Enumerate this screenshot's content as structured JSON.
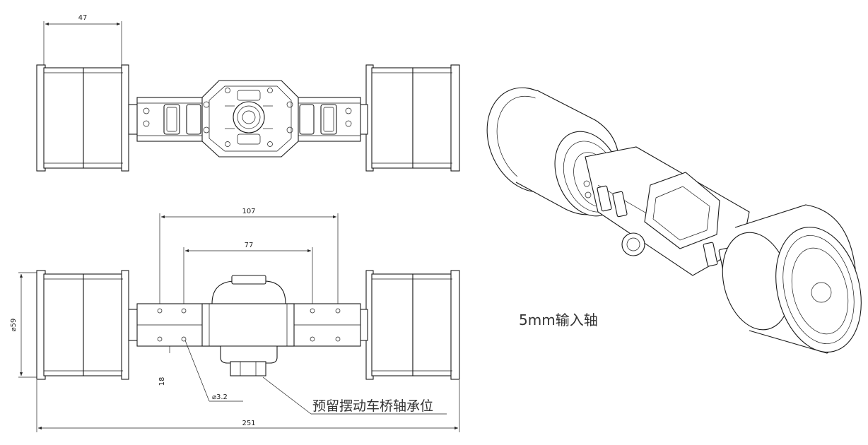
{
  "dimensions": {
    "top_width": "47",
    "span_outer": "107",
    "span_inner": "77",
    "wheel_diameter": "⌀59",
    "hole_spacing": "18",
    "hole_diameter": "⌀3.2",
    "overall_length": "251"
  },
  "annotations": {
    "bearing_note": "预留摆动车桥轴承位",
    "input_shaft_note": "5mm输入轴"
  }
}
